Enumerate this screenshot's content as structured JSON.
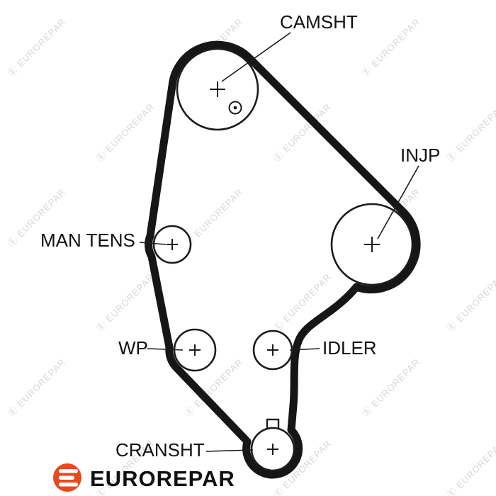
{
  "diagram": {
    "labels": {
      "camshaft": "CAMSHT",
      "injection_pump": "INJP",
      "manual_tensioner": "MAN TENS",
      "water_pump": "WP",
      "idler": "IDLER",
      "crankshaft": "CRANSHT"
    }
  },
  "brand": {
    "name": "EUROREPAR",
    "accent_color": "#e8491d"
  },
  "watermark": {
    "text": "EUROREPAR",
    "emblem": "Ⓔ",
    "color": "#d7d7d7"
  }
}
